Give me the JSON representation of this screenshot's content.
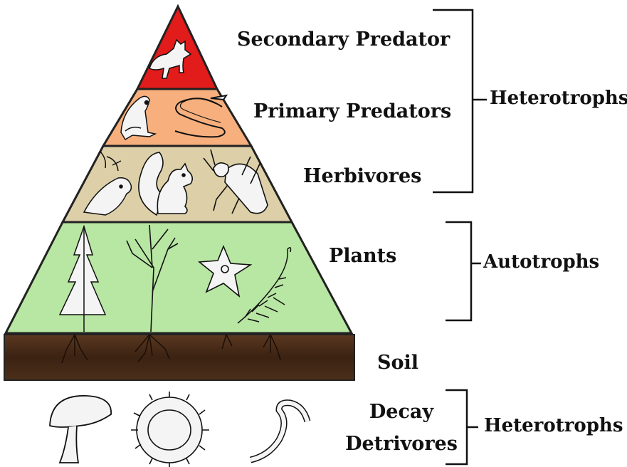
{
  "pyramid_levels": [
    {
      "label": "Secondary Predator",
      "color": "#e21b1b",
      "icons": [
        "fox-icon"
      ]
    },
    {
      "label": "Primary Predators",
      "color": "#f7b07d",
      "icons": [
        "frog-icon",
        "snake-icon"
      ]
    },
    {
      "label": "Herbivores",
      "color": "#ddd0a8",
      "icons": [
        "bird-icon",
        "squirrel-icon",
        "beetle-icon"
      ]
    },
    {
      "label": "Plants",
      "color": "#b8e6a3",
      "icons": [
        "conifer-tree-icon",
        "bare-tree-icon",
        "flower-icon",
        "fern-icon"
      ]
    }
  ],
  "soil": {
    "label": "Soil",
    "color": "#4a2c19"
  },
  "decomposers": {
    "label_line1": "Decay",
    "label_line2": "Detrivores",
    "icons": [
      "mushroom-icon",
      "millipede-icon",
      "worm-icon"
    ]
  },
  "brackets": {
    "upper": "Heterotrophs",
    "middle": "Autotrophs",
    "lower": "Heterotrophs"
  }
}
